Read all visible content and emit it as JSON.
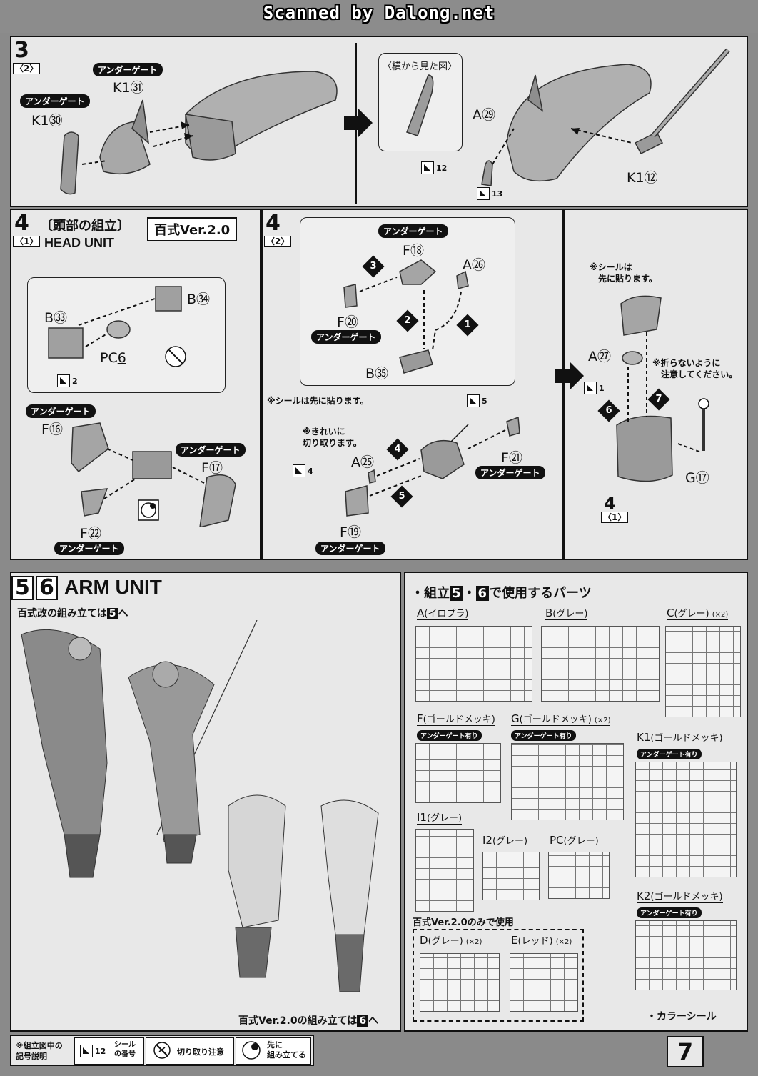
{
  "header": {
    "scanned": "Scanned by Dalong.net"
  },
  "step3": {
    "num": "3",
    "sub": "〈2〉",
    "tag_under_gate": "アンダーゲート",
    "k1_31": "K1",
    "k1_31_n": "㉛",
    "k1_30": "K1",
    "k1_30_n": "㉚",
    "side_view": "〈横から見た図〉",
    "a29": "A",
    "a29_n": "㉙",
    "seal12": "12",
    "seal13": "13",
    "k1_12": "K1",
    "k1_12_n": "⑫"
  },
  "step4_1": {
    "num": "4",
    "sub": "〈1〉",
    "title": "〔頭部の組立〕",
    "en_title": "HEAD UNIT",
    "badge": "百式Ver.2.0",
    "b34": "B",
    "b34_n": "㉞",
    "b33": "B",
    "b33_n": "㉝",
    "pc6": "PC",
    "pc6_n": "6",
    "seal2": "2",
    "tag_under_gate": "アンダーゲート",
    "f16": "F",
    "f16_n": "⑯",
    "f17": "F",
    "f17_n": "⑰",
    "f22": "F",
    "f22_n": "㉒"
  },
  "step4_2": {
    "num": "4",
    "sub": "〈2〉",
    "tag_under_gate": "アンダーゲート",
    "f18": "F",
    "f18_n": "⑱",
    "a26": "A",
    "a26_n": "㉖",
    "f20": "F",
    "f20_n": "⑳",
    "b35": "B",
    "b35_n": "㉟",
    "seal_note": "※シールは先に貼ります。",
    "cut_note_1": "※きれいに",
    "cut_note_2": "切り取ります。",
    "a25": "A",
    "a25_n": "㉕",
    "f21": "F",
    "f21_n": "㉑",
    "f19": "F",
    "f19_n": "⑲",
    "seal4": "4",
    "seal5": "5",
    "steps": [
      "1",
      "2",
      "3",
      "4",
      "5"
    ]
  },
  "step4_3": {
    "note1": "※シールは",
    "note2": "先に貼ります。",
    "note3": "※折らないように",
    "note4": "注意してください。",
    "a27": "A",
    "a27_n": "㉗",
    "seal1": "1",
    "g17": "G",
    "g17_n": "⑰",
    "steps": [
      "6",
      "7"
    ],
    "ref_num": "4",
    "ref_sub": "〈1〉"
  },
  "arm": {
    "n5": "5",
    "n6": "6",
    "title": "ARM UNIT",
    "note_top": "百式改の組み立ては",
    "note_top_n": "5",
    "note_top_end": "へ",
    "note_bottom": "百式Ver.2.0の組み立ては",
    "note_bottom_n": "6",
    "note_bottom_end": "へ"
  },
  "parts": {
    "title_pre": "・組立",
    "t5": "5",
    "dot": "・",
    "t6": "6",
    "title_post": "で使用するパーツ",
    "under_gate_tag": "アンダーゲート有り",
    "runners": [
      {
        "key": "A",
        "label": "(イロプラ)",
        "mult": ""
      },
      {
        "key": "B",
        "label": "(グレー)",
        "mult": ""
      },
      {
        "key": "C",
        "label": "(グレー)",
        "mult": "(×2)"
      },
      {
        "key": "F",
        "label": "(ゴールドメッキ)",
        "mult": ""
      },
      {
        "key": "G",
        "label": "(ゴールドメッキ)",
        "mult": "(×2)"
      },
      {
        "key": "K1",
        "label": "(ゴールドメッキ)",
        "mult": ""
      },
      {
        "key": "I1",
        "label": "(グレー)",
        "mult": ""
      },
      {
        "key": "I2",
        "label": "(グレー)",
        "mult": ""
      },
      {
        "key": "PC",
        "label": "(グレー)",
        "mult": ""
      },
      {
        "key": "K2",
        "label": "(ゴールドメッキ)",
        "mult": ""
      },
      {
        "key": "D",
        "label": "(グレー)",
        "mult": "(×2)"
      },
      {
        "key": "E",
        "label": "(レッド)",
        "mult": "(×2)"
      }
    ],
    "ver_only": "百式Ver.2.0のみで使用",
    "color_seal": "・カラーシール"
  },
  "footer": {
    "legend_title_1": "※組立図中の",
    "legend_title_2": "記号説明",
    "seal_n": "12",
    "seal_lbl_1": "シール",
    "seal_lbl_2": "の番号",
    "cut_lbl": "切り取り注意",
    "first_lbl_1": "先に",
    "first_lbl_2": "組み立てる",
    "page": "7"
  }
}
